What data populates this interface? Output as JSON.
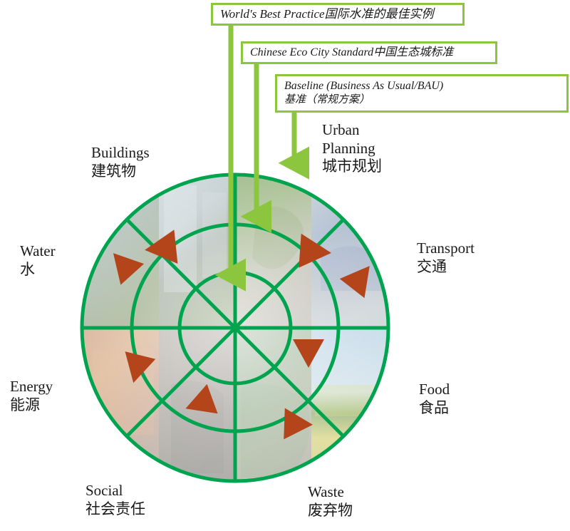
{
  "diagram": {
    "title_present": false,
    "colors": {
      "callout_border": "#8cc63e",
      "connector_green": "#8cc63e",
      "wheel_stroke": "#00a44f",
      "arrow_orange": "#b4441a",
      "text": "#1a1a1a",
      "background": "#ffffff"
    }
  },
  "callouts": [
    {
      "id": "worlds-best-practice",
      "en": "World's Best Practice",
      "zh": "国际水准的最佳实例",
      "text": "World's Best Practice国际水准的最佳实例"
    },
    {
      "id": "chinese-eco-city-standard",
      "en": "Chinese Eco City Standard",
      "zh": "中国生态城标准",
      "text": "Chinese Eco City Standard中国生态城标准"
    },
    {
      "id": "baseline",
      "en": "Baseline (Business As Usual/BAU)",
      "zh": "基准（常规方案）"
    }
  ],
  "wheel": {
    "ring_count": 3,
    "ring_labels": [
      "inner (Baseline)",
      "middle (Chinese Eco City Standard)",
      "outer (World's Best Practice)"
    ],
    "sectors": [
      {
        "id": "buildings",
        "en": "Buildings",
        "zh": "建筑物"
      },
      {
        "id": "urban-planning",
        "en": "Urban",
        "en2": "Planning",
        "zh": "城市规划"
      },
      {
        "id": "water",
        "en": "Water",
        "zh": "水"
      },
      {
        "id": "transport",
        "en": "Transport",
        "zh": "交通"
      },
      {
        "id": "energy",
        "en": "Energy",
        "zh": "能源"
      },
      {
        "id": "food",
        "en": "Food",
        "zh": "食品"
      },
      {
        "id": "social",
        "en": "Social",
        "zh": "社会责任"
      },
      {
        "id": "waste",
        "en": "Waste",
        "zh": "废弃物"
      }
    ],
    "indicator_arrow_count": 8,
    "indicator_arrow_color": "#b4441a"
  }
}
